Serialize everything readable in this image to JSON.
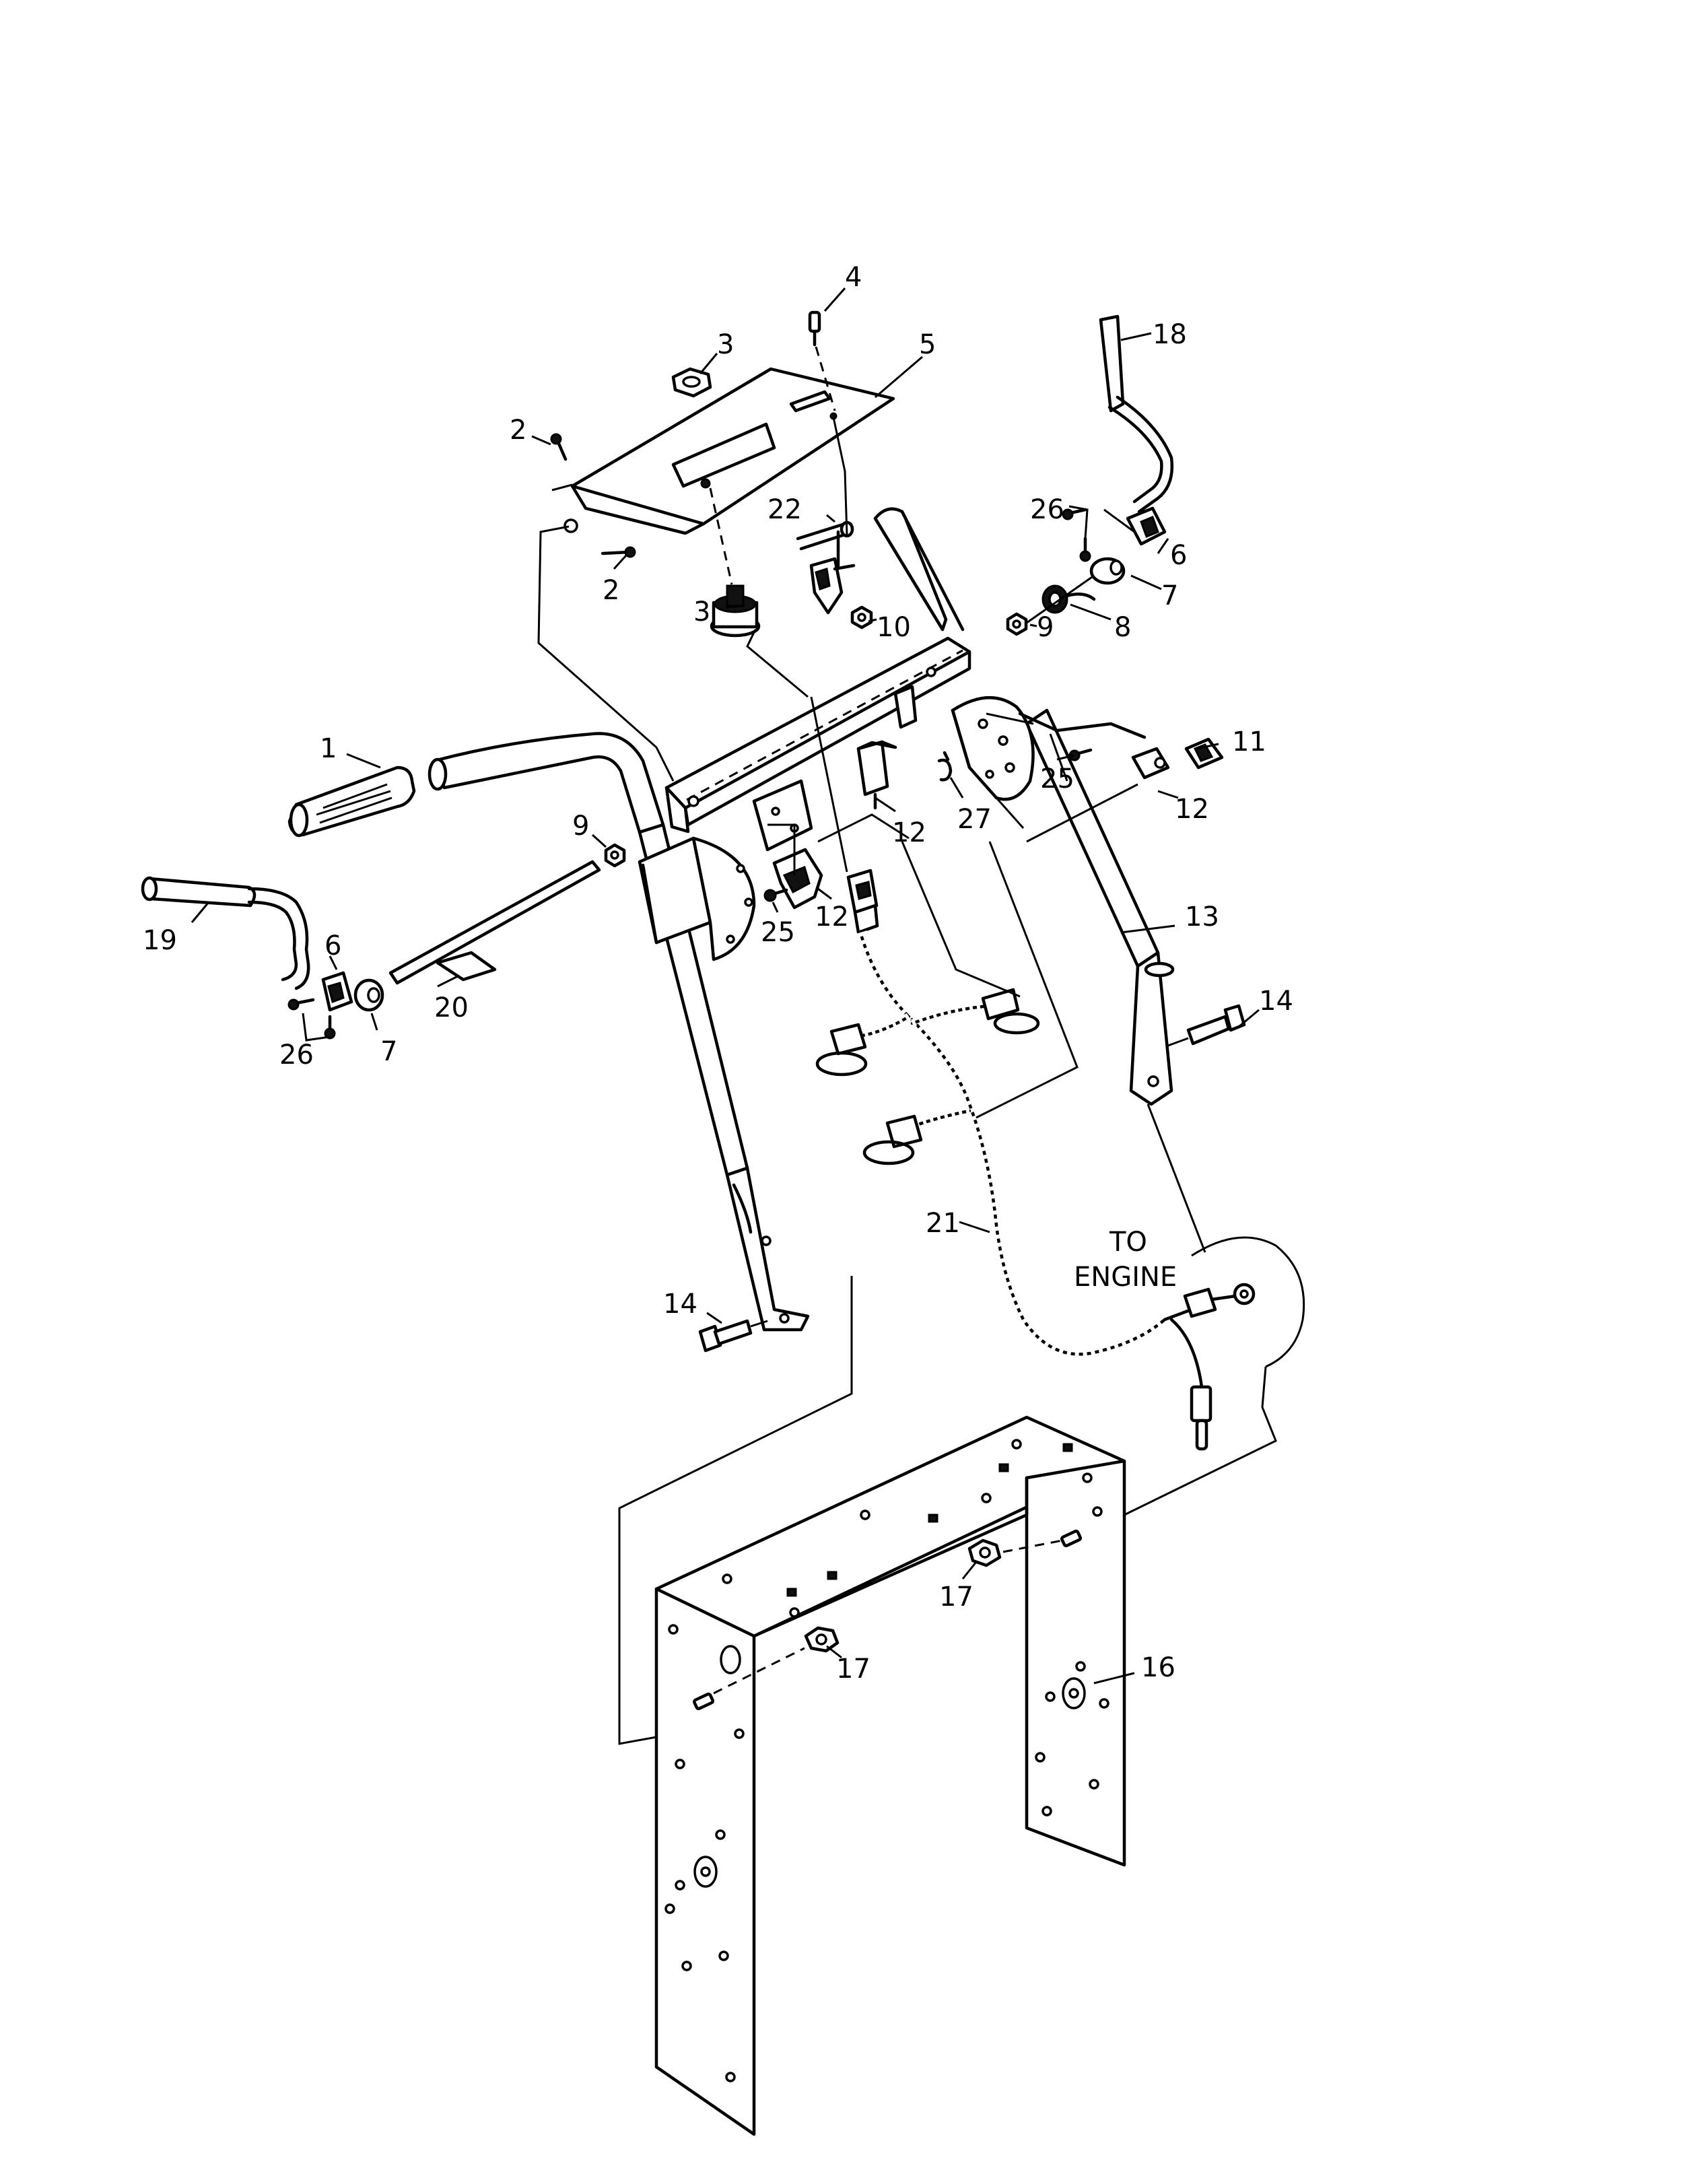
{
  "diagram": {
    "callouts": [
      {
        "id": "c1",
        "label": "1"
      },
      {
        "id": "c2a",
        "label": "2"
      },
      {
        "id": "c2b",
        "label": "2"
      },
      {
        "id": "c3a",
        "label": "3"
      },
      {
        "id": "c3b",
        "label": "3"
      },
      {
        "id": "c4",
        "label": "4"
      },
      {
        "id": "c5",
        "label": "5"
      },
      {
        "id": "c6a",
        "label": "6"
      },
      {
        "id": "c6b",
        "label": "6"
      },
      {
        "id": "c7a",
        "label": "7"
      },
      {
        "id": "c7b",
        "label": "7"
      },
      {
        "id": "c8",
        "label": "8"
      },
      {
        "id": "c9a",
        "label": "9"
      },
      {
        "id": "c9b",
        "label": "9"
      },
      {
        "id": "c10",
        "label": "10"
      },
      {
        "id": "c11",
        "label": "11"
      },
      {
        "id": "c12a",
        "label": "12"
      },
      {
        "id": "c12b",
        "label": "12"
      },
      {
        "id": "c12c",
        "label": "12"
      },
      {
        "id": "c13",
        "label": "13"
      },
      {
        "id": "c14a",
        "label": "14"
      },
      {
        "id": "c14b",
        "label": "14"
      },
      {
        "id": "c16",
        "label": "16"
      },
      {
        "id": "c17a",
        "label": "17"
      },
      {
        "id": "c17b",
        "label": "17"
      },
      {
        "id": "c18",
        "label": "18"
      },
      {
        "id": "c19",
        "label": "19"
      },
      {
        "id": "c20",
        "label": "20"
      },
      {
        "id": "c21",
        "label": "21"
      },
      {
        "id": "c22",
        "label": "22"
      },
      {
        "id": "c25a",
        "label": "25"
      },
      {
        "id": "c25b",
        "label": "25"
      },
      {
        "id": "c26a",
        "label": "26"
      },
      {
        "id": "c26b",
        "label": "26"
      },
      {
        "id": "c27",
        "label": "27"
      }
    ],
    "note": {
      "line1": "TO",
      "line2": "ENGINE"
    }
  }
}
